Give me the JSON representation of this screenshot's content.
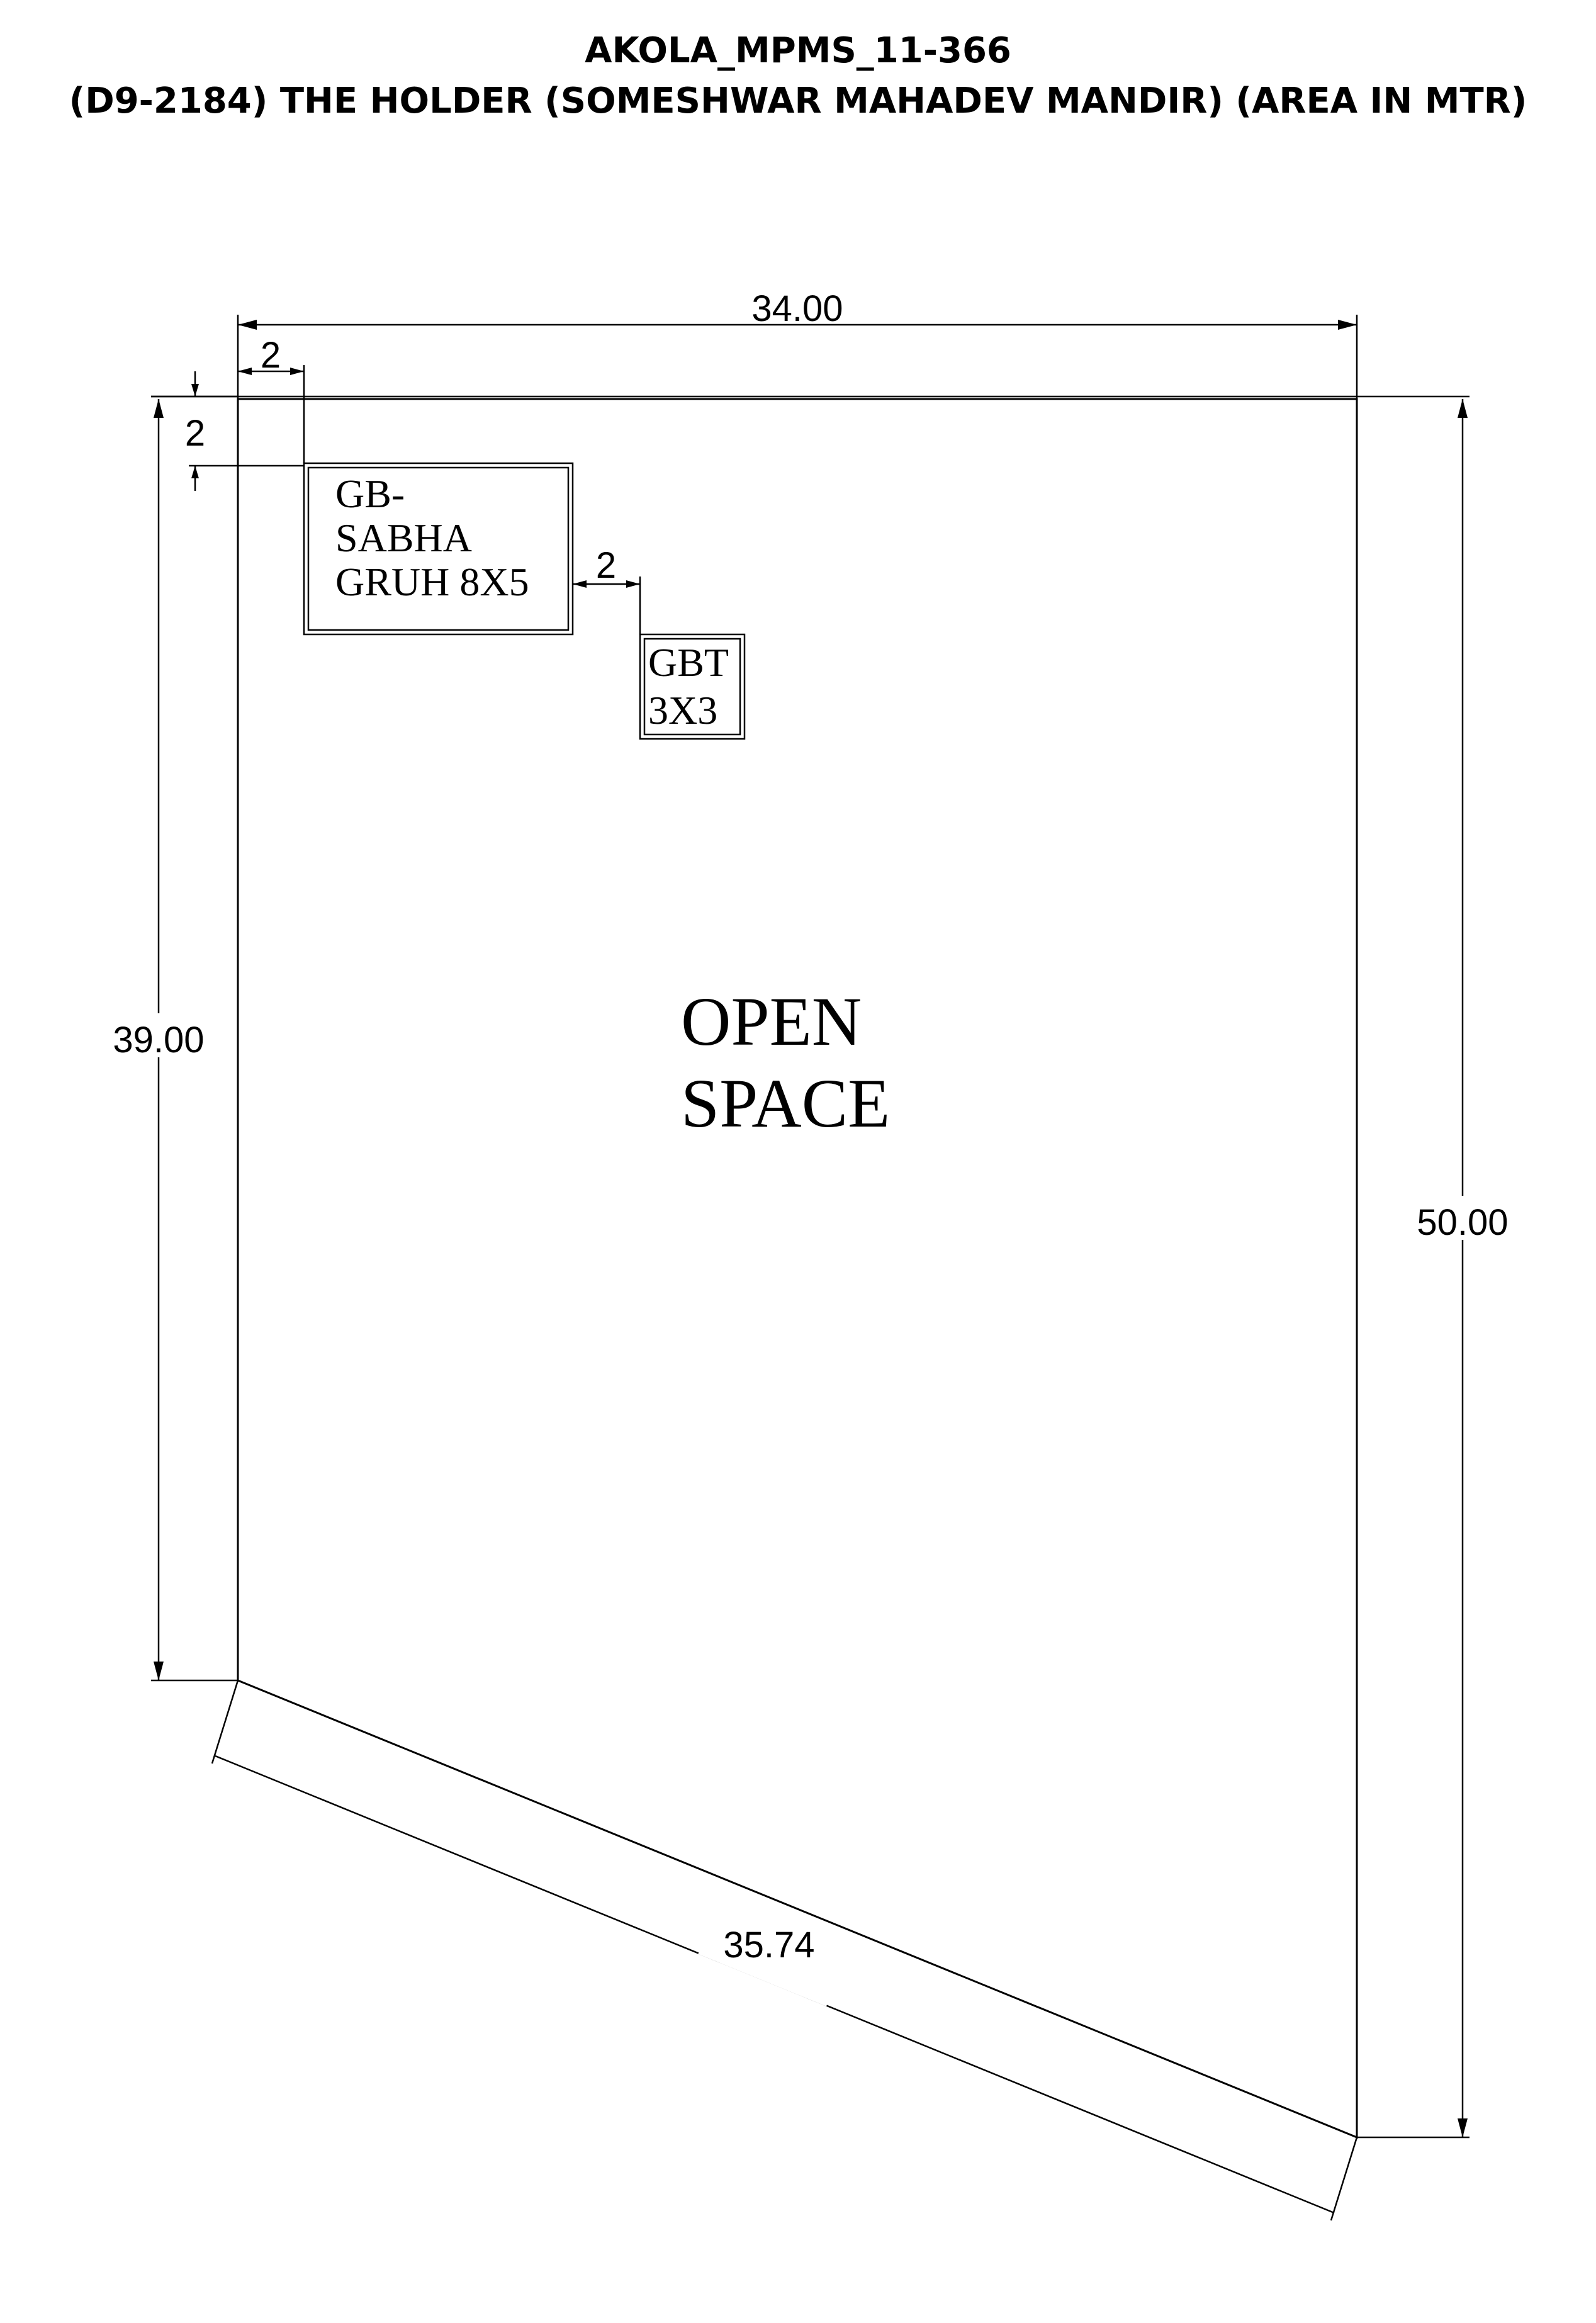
{
  "header": {
    "title": "AKOLA_MPMS_11-366",
    "subtitle": "(D9-2184) THE HOLDER (SOMESHWAR MAHADEV MANDIR) (AREA IN MTR)"
  },
  "dimensions": {
    "top_width": "34.00",
    "left_height": "39.00",
    "right_height": "50.00",
    "bottom_slope": "35.74",
    "top_offset_x": "2",
    "top_offset_y": "2",
    "gap_between_rooms": "2"
  },
  "rooms": {
    "sabha_gruh": {
      "line1": "GB-",
      "line2": "SABHA",
      "line3": "GRUH 8X5"
    },
    "gbt": {
      "line1": "GBT",
      "line2": "3X3"
    }
  },
  "open_space": {
    "line1": "OPEN",
    "line2": "SPACE"
  }
}
